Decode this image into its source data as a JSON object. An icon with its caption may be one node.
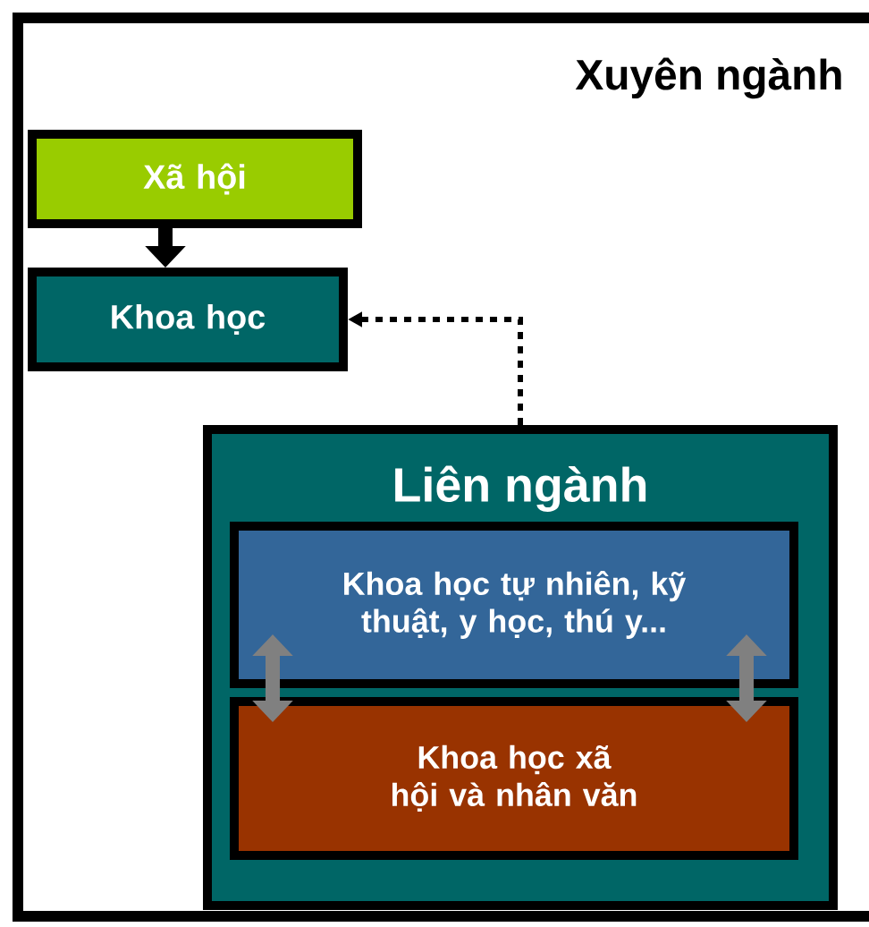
{
  "diagram": {
    "nodes": [
      {
        "text": [
          "Xuyên ngành"
        ]
      },
      {
        "text": [
          "Xã hội"
        ],
        "in": 0
      },
      {
        "text": [
          "Khoa học"
        ],
        "in": 0
      },
      {
        "text": [
          "Liên ngành"
        ],
        "in": 0
      },
      {
        "text": [
          "Khoa học tự nhiên, kỹ thuật, y học, thú y..."
        ],
        "in": 3
      },
      {
        "text": [
          "Khoa học xã hội và nhân văn"
        ],
        "in": 3
      }
    ],
    "edges": [
      {
        "from": 1,
        "to": 2,
        "arrow": "to",
        "color": "#000000"
      },
      {
        "from": 3,
        "to": 2,
        "arrow": "to",
        "style": "dashed",
        "color": "#000000"
      },
      {
        "from": 4,
        "to": 5,
        "arrow": "both",
        "color": "#808080"
      },
      {
        "from": 4,
        "to": 5,
        "arrow": "both",
        "color": "#808080"
      }
    ]
  }
}
